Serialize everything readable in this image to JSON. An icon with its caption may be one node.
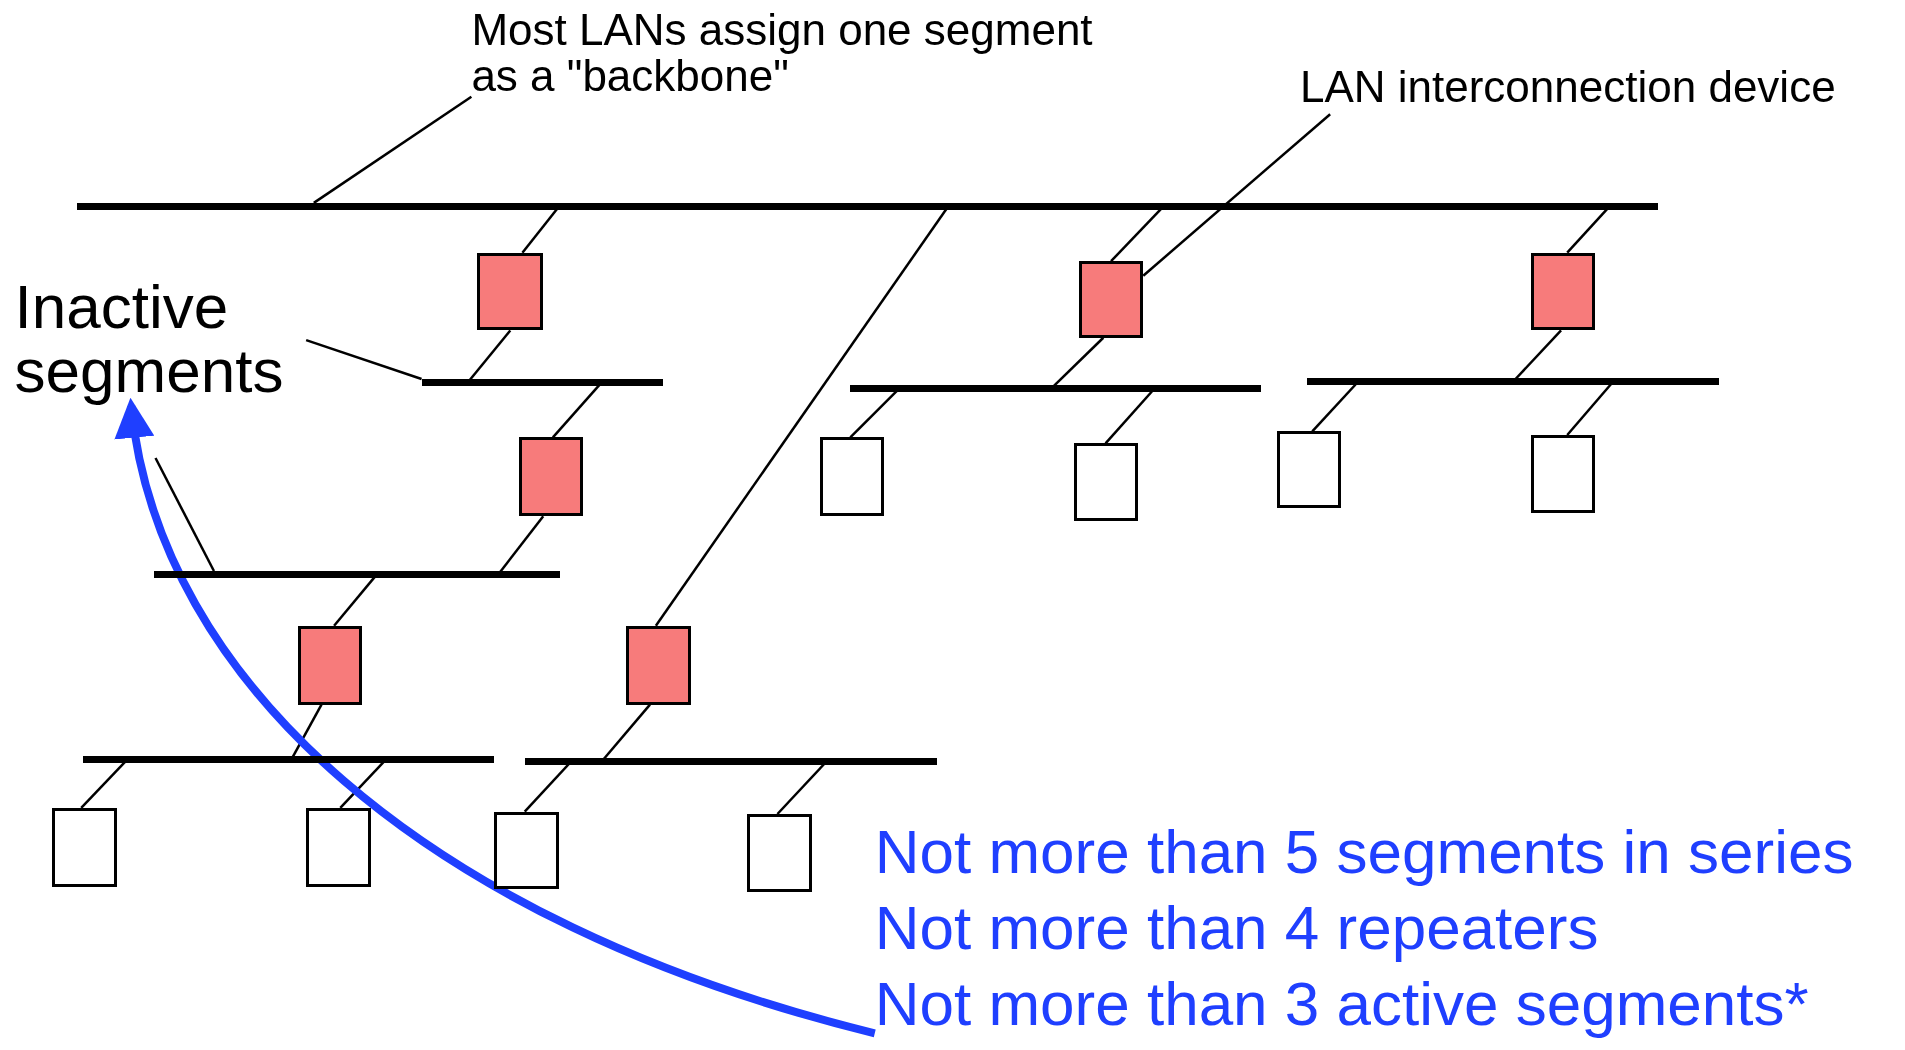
{
  "diagram": {
    "nodes": [
      {
        "text": [
          "Most LANs assign one segment as a \"backbone\""
        ]
      },
      {
        "text": [
          "LAN interconnection device"
        ]
      },
      {
        "text": [],
        "shape": "bar"
      },
      {
        "text": [],
        "shape": "box"
      },
      {
        "text": [],
        "shape": "box"
      },
      {
        "text": [],
        "shape": "box"
      },
      {
        "text": [
          "Inactive segments"
        ]
      },
      {
        "text": [],
        "shape": "bar"
      },
      {
        "text": [],
        "shape": "bar"
      },
      {
        "text": [],
        "shape": "bar"
      },
      {
        "text": [],
        "shape": "box"
      },
      {
        "text": [],
        "shape": "box"
      },
      {
        "text": [],
        "shape": "box"
      },
      {
        "text": [],
        "shape": "box"
      },
      {
        "text": [],
        "shape": "box"
      },
      {
        "text": [],
        "shape": "bar"
      },
      {
        "text": [],
        "shape": "box"
      },
      {
        "text": [],
        "shape": "box"
      },
      {
        "text": [],
        "shape": "bar"
      },
      {
        "text": [],
        "shape": "bar"
      },
      {
        "text": [],
        "shape": "box"
      },
      {
        "text": [],
        "shape": "box"
      },
      {
        "text": [],
        "shape": "box"
      },
      {
        "text": [],
        "shape": "box"
      },
      {
        "text": [
          "Not more than 5 segments in series",
          "Not more than 4 repeaters",
          "Not more than 3 active segments*"
        ]
      }
    ],
    "edges": [
      {
        "from": 2,
        "to": 3,
        "arrow": "none"
      },
      {
        "from": 3,
        "to": 7,
        "arrow": "none"
      },
      {
        "from": 7,
        "to": 10,
        "arrow": "none"
      },
      {
        "from": 10,
        "to": 15,
        "arrow": "none"
      },
      {
        "from": 15,
        "to": 16,
        "arrow": "none"
      },
      {
        "from": 16,
        "to": 18,
        "arrow": "none"
      },
      {
        "from": 2,
        "to": 17,
        "arrow": "none"
      },
      {
        "from": 17,
        "to": 19,
        "arrow": "none"
      },
      {
        "from": 2,
        "to": 4,
        "arrow": "none"
      },
      {
        "from": 4,
        "to": 8,
        "arrow": "none"
      },
      {
        "from": 2,
        "to": 5,
        "arrow": "none"
      },
      {
        "from": 5,
        "to": 9,
        "arrow": "none"
      },
      {
        "from": 18,
        "to": 20,
        "arrow": "none"
      },
      {
        "from": 18,
        "to": 21,
        "arrow": "none"
      },
      {
        "from": 19,
        "to": 22,
        "arrow": "none"
      },
      {
        "from": 19,
        "to": 23,
        "arrow": "none"
      },
      {
        "from": 8,
        "to": 11,
        "arrow": "none"
      },
      {
        "from": 8,
        "to": 12,
        "arrow": "none"
      },
      {
        "from": 9,
        "to": 13,
        "arrow": "none"
      },
      {
        "from": 9,
        "to": 14,
        "arrow": "none"
      },
      {
        "from": 0,
        "to": 2,
        "arrow": "none"
      },
      {
        "from": 1,
        "to": 4,
        "arrow": "none"
      },
      {
        "from": 6,
        "to": 7,
        "arrow": "none"
      },
      {
        "from": null,
        "to": 15,
        "arrow": "none"
      },
      {
        "from": 24,
        "to": 6,
        "arrow": "to",
        "style": "thick",
        "color": "#1f3fff"
      }
    ]
  }
}
